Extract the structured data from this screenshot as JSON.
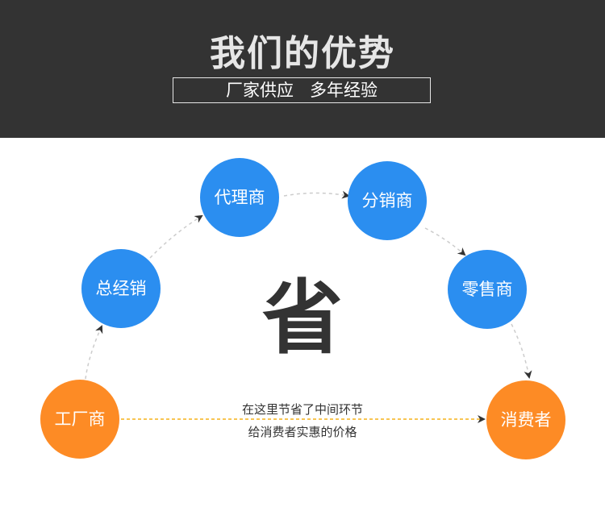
{
  "header": {
    "title": "我们的优势",
    "subtitle": "厂家供应   多年经验"
  },
  "flow": {
    "nodes": {
      "factory": "工厂商",
      "general_distributor": "总经销",
      "agent": "代理商",
      "distributor": "分销商",
      "retailer": "零售商",
      "consumer": "消费者"
    },
    "center_char": "省",
    "note_line1": "在这里节省了中间环节",
    "note_line2": "给消费者实惠的价格"
  },
  "colors": {
    "header_bg": "#333333",
    "blue": "#2b8ef0",
    "orange": "#fd8b25",
    "dashed_gold": "#f5b21a"
  }
}
